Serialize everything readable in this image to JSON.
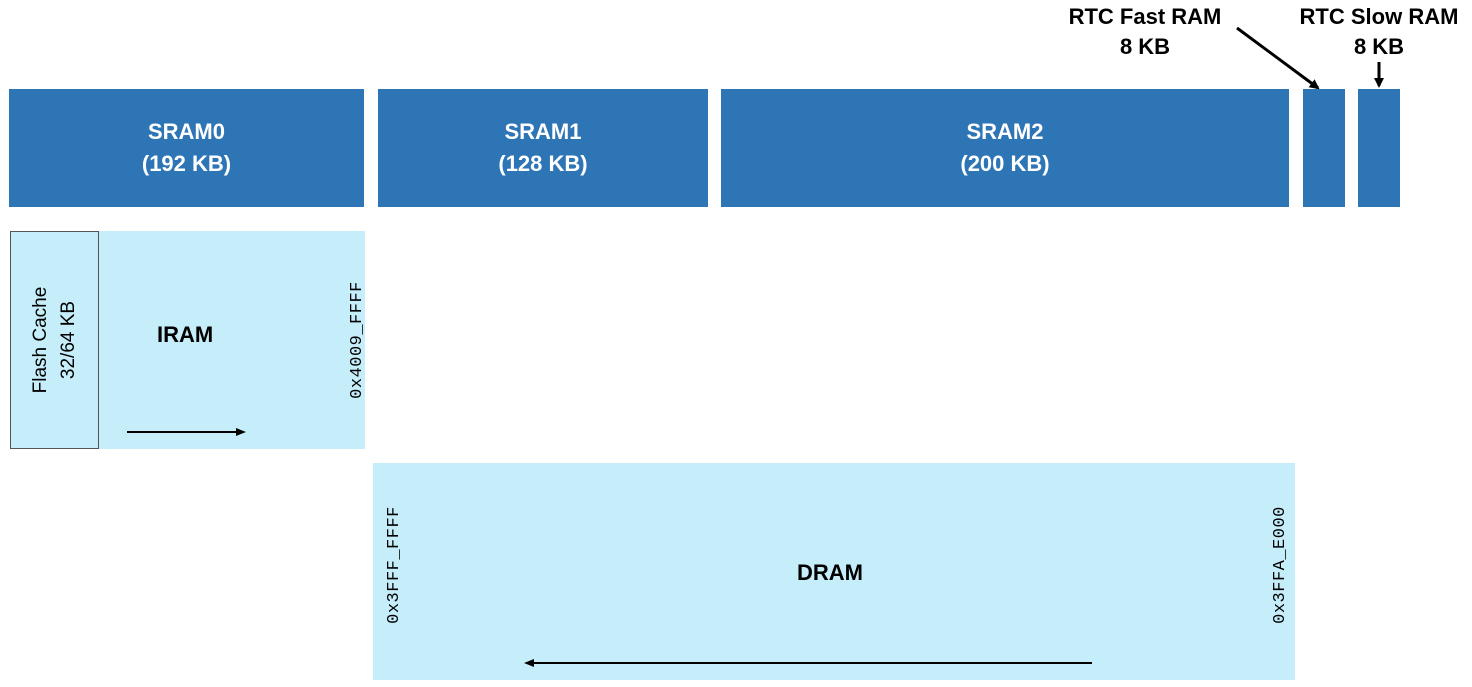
{
  "banks": [
    {
      "name": "SRAM0",
      "size": "(192 KB)"
    },
    {
      "name": "SRAM1",
      "size": "(128 KB)"
    },
    {
      "name": "SRAM2",
      "size": "(200 KB)"
    }
  ],
  "rtc_fast": {
    "name": "RTC Fast RAM",
    "size": "8 KB"
  },
  "rtc_slow": {
    "name": "RTC Slow RAM",
    "size": "8 KB"
  },
  "flash_cache": {
    "line1": "Flash Cache",
    "line2": "32/64 KB"
  },
  "iram": {
    "label": "IRAM",
    "end_address": "0x4009_FFFF"
  },
  "dram": {
    "label": "DRAM",
    "start_address": "0x3FFF_FFFF",
    "end_address": "0x3FFA_E000"
  },
  "colors": {
    "bank": "#2e75b6",
    "region": "#c6eefa",
    "text_on_bank": "#ffffff"
  }
}
